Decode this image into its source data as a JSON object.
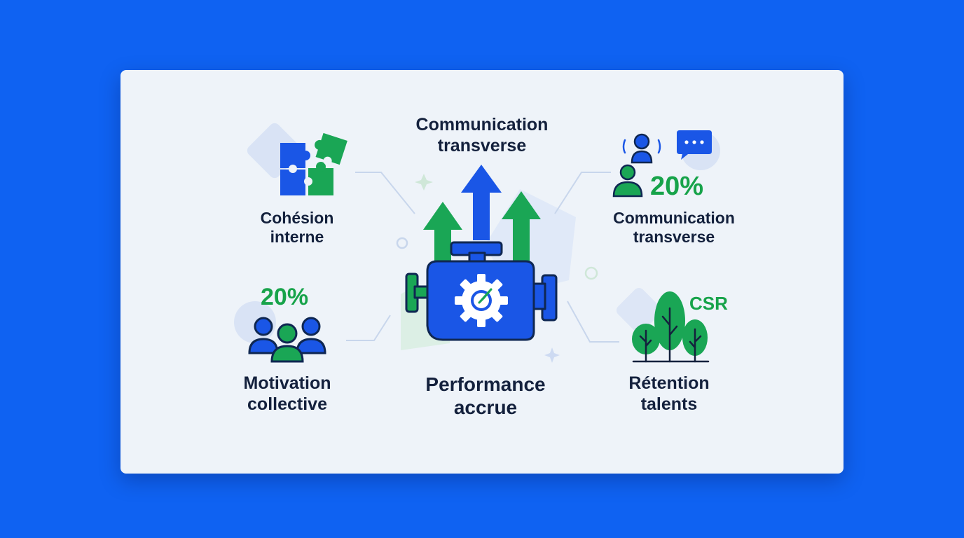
{
  "colors": {
    "background": "#0f62f2",
    "card": "#eef3f9",
    "blue": "#1a56e6",
    "green": "#1aa655",
    "text": "#14213d"
  },
  "center": {
    "top_label": [
      "Communication",
      "transverse"
    ],
    "bottom_label": [
      "Performance",
      "accrue"
    ],
    "icon": "engine-gauge-icon"
  },
  "nodes": {
    "top_left": {
      "label": [
        "Cohésion",
        "interne"
      ],
      "icon": "puzzle-icon"
    },
    "bottom_left": {
      "label": [
        "Motivation",
        "collective"
      ],
      "value": "20%",
      "icon": "team-icon"
    },
    "top_right": {
      "label": [
        "Communication",
        "transverse"
      ],
      "value": "20%",
      "icon": "people-chat-icon"
    },
    "bottom_right": {
      "label": [
        "Rétention",
        "talents"
      ],
      "tag": "CSR",
      "icon": "trees-icon"
    }
  }
}
